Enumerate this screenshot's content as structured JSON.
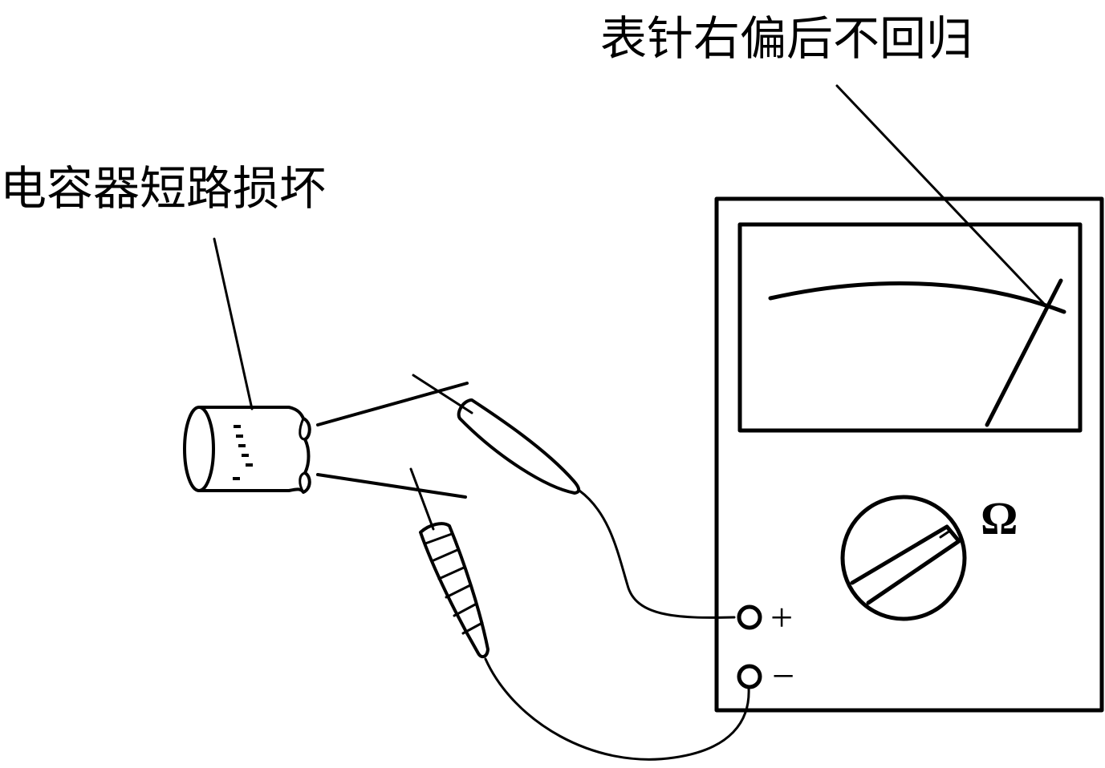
{
  "labels": {
    "capacitor_label": "电容器短路损坏",
    "needle_label": "表针右偏后不回归",
    "omega_symbol": "Ω",
    "positive_sign": "+",
    "negative_sign": "−"
  },
  "meter": {
    "needle_deflection": "right"
  },
  "colors": {
    "ink": "#000000",
    "background": "#ffffff"
  }
}
